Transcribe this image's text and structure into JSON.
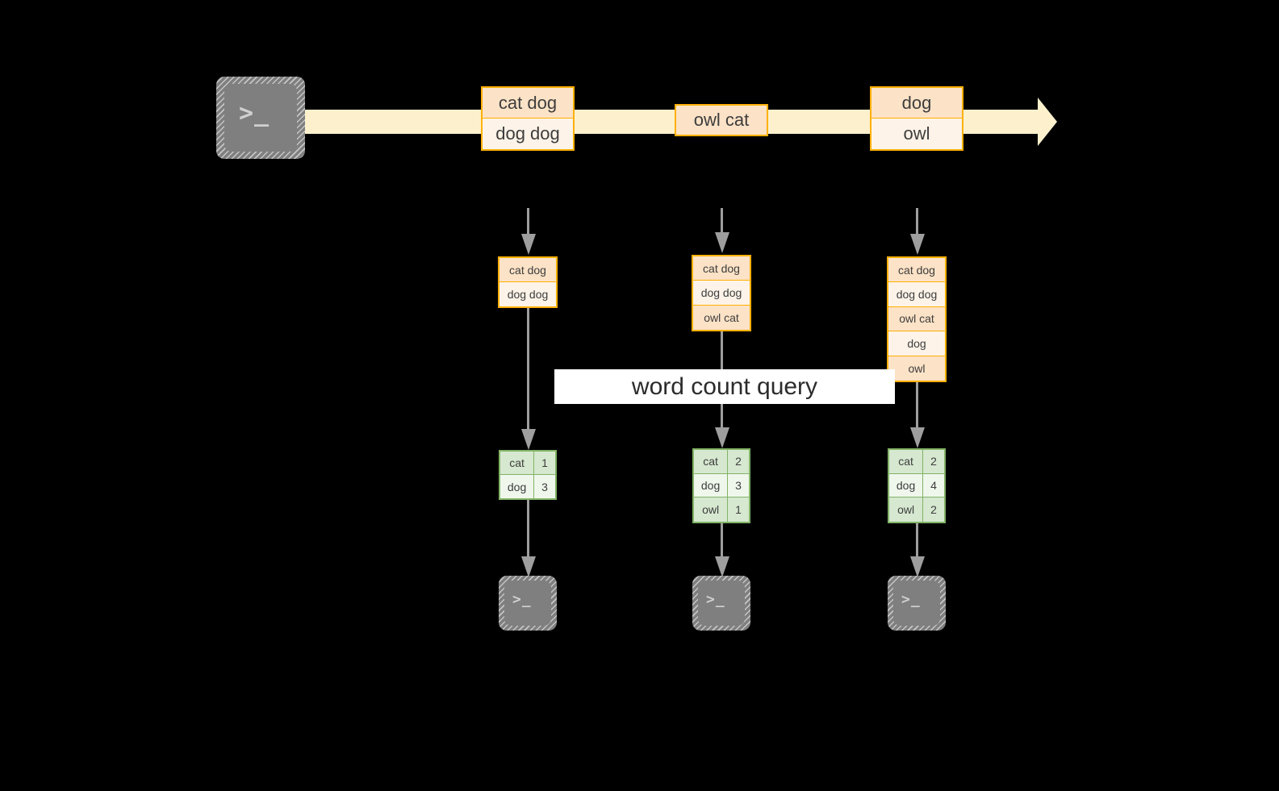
{
  "diagram": {
    "title": "word count query streaming pipeline",
    "background_color": "#000000",
    "colors": {
      "record_border": "#ffb000",
      "record_fill_dark": "#fce2c6",
      "record_fill_light": "#fdf3e8",
      "count_border": "#82b366",
      "count_fill_dark": "#d6e8d0",
      "count_fill_light": "#eff7ec",
      "timeline_fill": "#fdf1cd",
      "connector": "#9e9e9e",
      "terminal_fill": "#7f7f7f",
      "label_fill": "#ffffff"
    }
  },
  "source": {
    "icon": "terminal-icon",
    "glyph": ">_"
  },
  "timeline": {
    "arrow_name": "time-axis-arrow",
    "batches": [
      {
        "name": "batch-1",
        "rows": [
          {
            "text": "cat dog",
            "shade": "dark"
          },
          {
            "text": "dog dog",
            "shade": "light"
          }
        ]
      },
      {
        "name": "batch-2",
        "rows": [
          {
            "text": "owl cat",
            "shade": "dark"
          }
        ]
      },
      {
        "name": "batch-3",
        "rows": [
          {
            "text": "dog",
            "shade": "dark"
          },
          {
            "text": "owl",
            "shade": "light"
          }
        ]
      }
    ]
  },
  "query": {
    "label": "word count query"
  },
  "snapshots": [
    {
      "name": "snapshot-1",
      "input_rows": [
        {
          "text": "cat dog",
          "shade": "dark"
        },
        {
          "text": "dog dog",
          "shade": "light"
        }
      ],
      "counts": [
        {
          "word": "cat",
          "count": "1",
          "shade": "dark"
        },
        {
          "word": "dog",
          "count": "3",
          "shade": "light"
        }
      ],
      "sink": {
        "icon": "terminal-icon",
        "glyph": ">_"
      }
    },
    {
      "name": "snapshot-2",
      "input_rows": [
        {
          "text": "cat dog",
          "shade": "dark"
        },
        {
          "text": "dog dog",
          "shade": "light"
        },
        {
          "text": "owl cat",
          "shade": "dark"
        }
      ],
      "counts": [
        {
          "word": "cat",
          "count": "2",
          "shade": "dark"
        },
        {
          "word": "dog",
          "count": "3",
          "shade": "light"
        },
        {
          "word": "owl",
          "count": "1",
          "shade": "dark"
        }
      ],
      "sink": {
        "icon": "terminal-icon",
        "glyph": ">_"
      }
    },
    {
      "name": "snapshot-3",
      "input_rows": [
        {
          "text": "cat dog",
          "shade": "dark"
        },
        {
          "text": "dog dog",
          "shade": "light"
        },
        {
          "text": "owl cat",
          "shade": "dark"
        },
        {
          "text": "dog",
          "shade": "light"
        },
        {
          "text": "owl",
          "shade": "dark"
        }
      ],
      "counts": [
        {
          "word": "cat",
          "count": "2",
          "shade": "dark"
        },
        {
          "word": "dog",
          "count": "4",
          "shade": "light"
        },
        {
          "word": "owl",
          "count": "2",
          "shade": "dark"
        }
      ],
      "sink": {
        "icon": "terminal-icon",
        "glyph": ">_"
      }
    }
  ]
}
